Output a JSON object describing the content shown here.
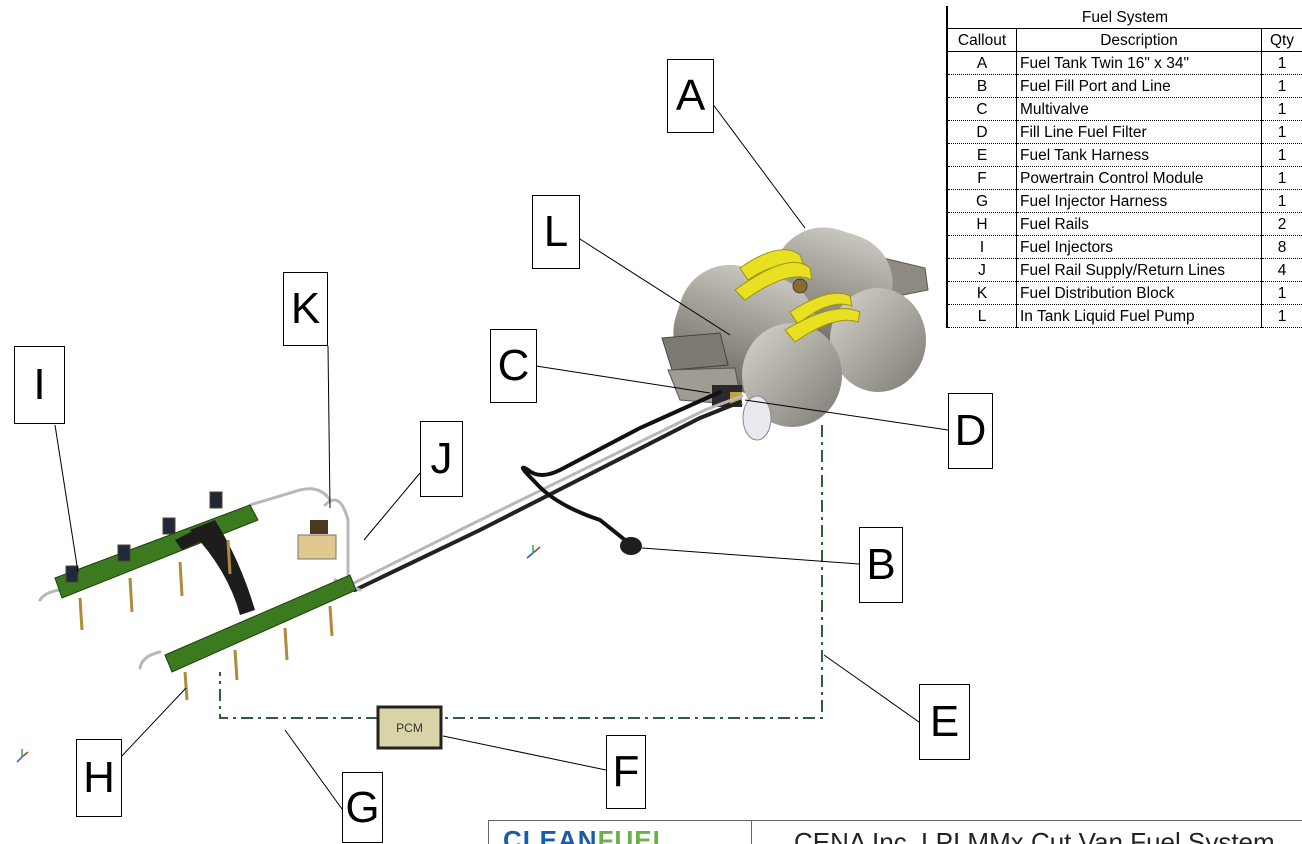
{
  "callouts": {
    "A": "A",
    "B": "B",
    "C": "C",
    "D": "D",
    "E": "E",
    "F": "F",
    "G": "G",
    "H": "H",
    "I": "I",
    "J": "J",
    "K": "K",
    "L": "L"
  },
  "pcm_label": "PCM",
  "table": {
    "title": "Fuel System",
    "headers": [
      "Callout",
      "Description",
      "Qty"
    ],
    "rows": [
      [
        "A",
        "Fuel Tank Twin 16\" x 34\"",
        "1"
      ],
      [
        "B",
        "Fuel Fill Port and Line",
        "1"
      ],
      [
        "C",
        "Multivalve",
        "1"
      ],
      [
        "D",
        "Fill Line Fuel Filter",
        "1"
      ],
      [
        "E",
        "Fuel Tank Harness",
        "1"
      ],
      [
        "F",
        "Powertrain Control Module",
        "1"
      ],
      [
        "G",
        "Fuel Injector Harness",
        "1"
      ],
      [
        "H",
        "Fuel Rails",
        "2"
      ],
      [
        "I",
        "Fuel Injectors",
        "8"
      ],
      [
        "J",
        "Fuel Rail Supply/Return Lines",
        "4"
      ],
      [
        "K",
        "Fuel Distribution Block",
        "1"
      ],
      [
        "L",
        "In Tank Liquid Fuel Pump",
        "1"
      ]
    ]
  },
  "footer": {
    "logo_clean": "CLEAN",
    "logo_fuel": "FUEL",
    "title": "CENA Inc. LPI MMx Cut Van Fuel System"
  },
  "colors": {
    "rail_green": "#3b7a1e",
    "tank_gray": "#9c9890",
    "strap_yellow": "#e8e020",
    "harness_dash": "#2e5e3a",
    "pcm_fill": "#d8d4a8"
  }
}
